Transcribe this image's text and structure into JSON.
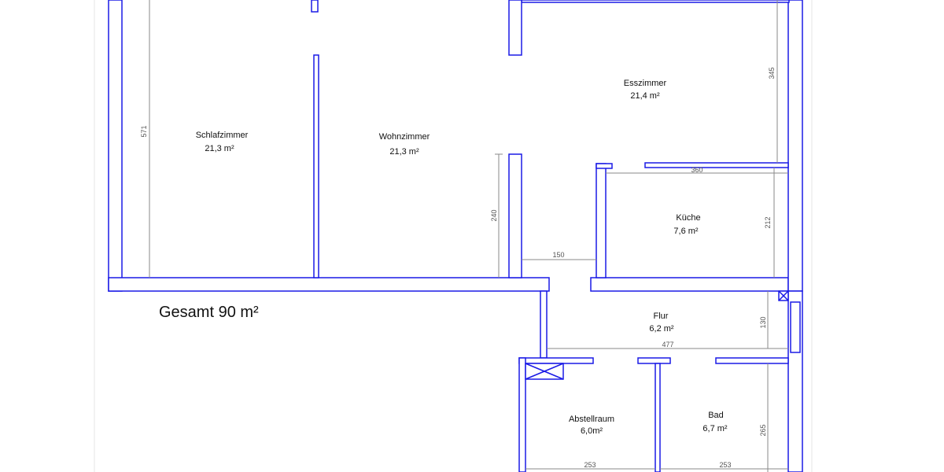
{
  "plan": {
    "total": "Gesamt 90 m²",
    "rooms": [
      {
        "name": "Schlafzimmer",
        "area": "21,3 m²"
      },
      {
        "name": "Wohnzimmer",
        "area": "21,3 m²"
      },
      {
        "name": "Esszimmer",
        "area": "21,4 m²"
      },
      {
        "name": "Küche",
        "area": "7,6 m²"
      },
      {
        "name": "Flur",
        "area": "6,2 m²"
      },
      {
        "name": "Abstellraum",
        "area": "6,0m²"
      },
      {
        "name": "Bad",
        "area": "6,7 m²"
      }
    ],
    "dimensions": [
      "571",
      "240",
      "150",
      "345",
      "360",
      "212",
      "130",
      "477",
      "265",
      "253",
      "253"
    ],
    "colors": {
      "wall": "#1a1ae6",
      "dimension": "#8a8a8a"
    }
  }
}
